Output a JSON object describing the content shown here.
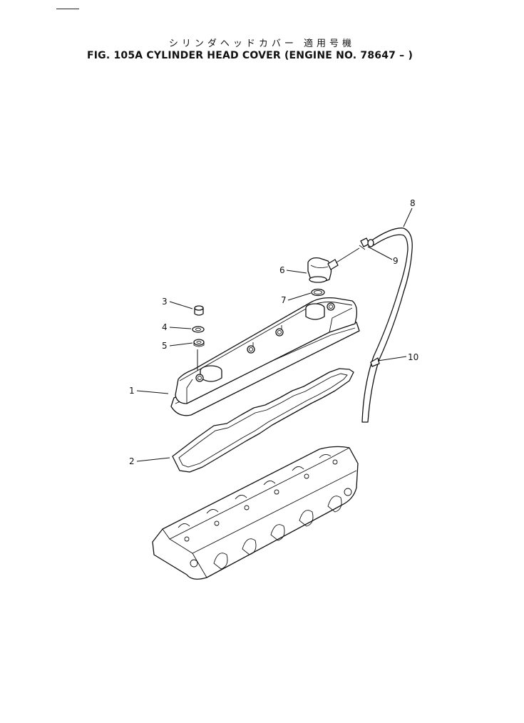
{
  "title": {
    "japanese": "シリンダヘッドカバー 適用号機",
    "english": "FIG. 105A  CYLINDER HEAD COVER (ENGINE NO. 78647 – )"
  },
  "callouts": [
    "1",
    "2",
    "3",
    "4",
    "5",
    "6",
    "7",
    "8",
    "9",
    "10"
  ]
}
